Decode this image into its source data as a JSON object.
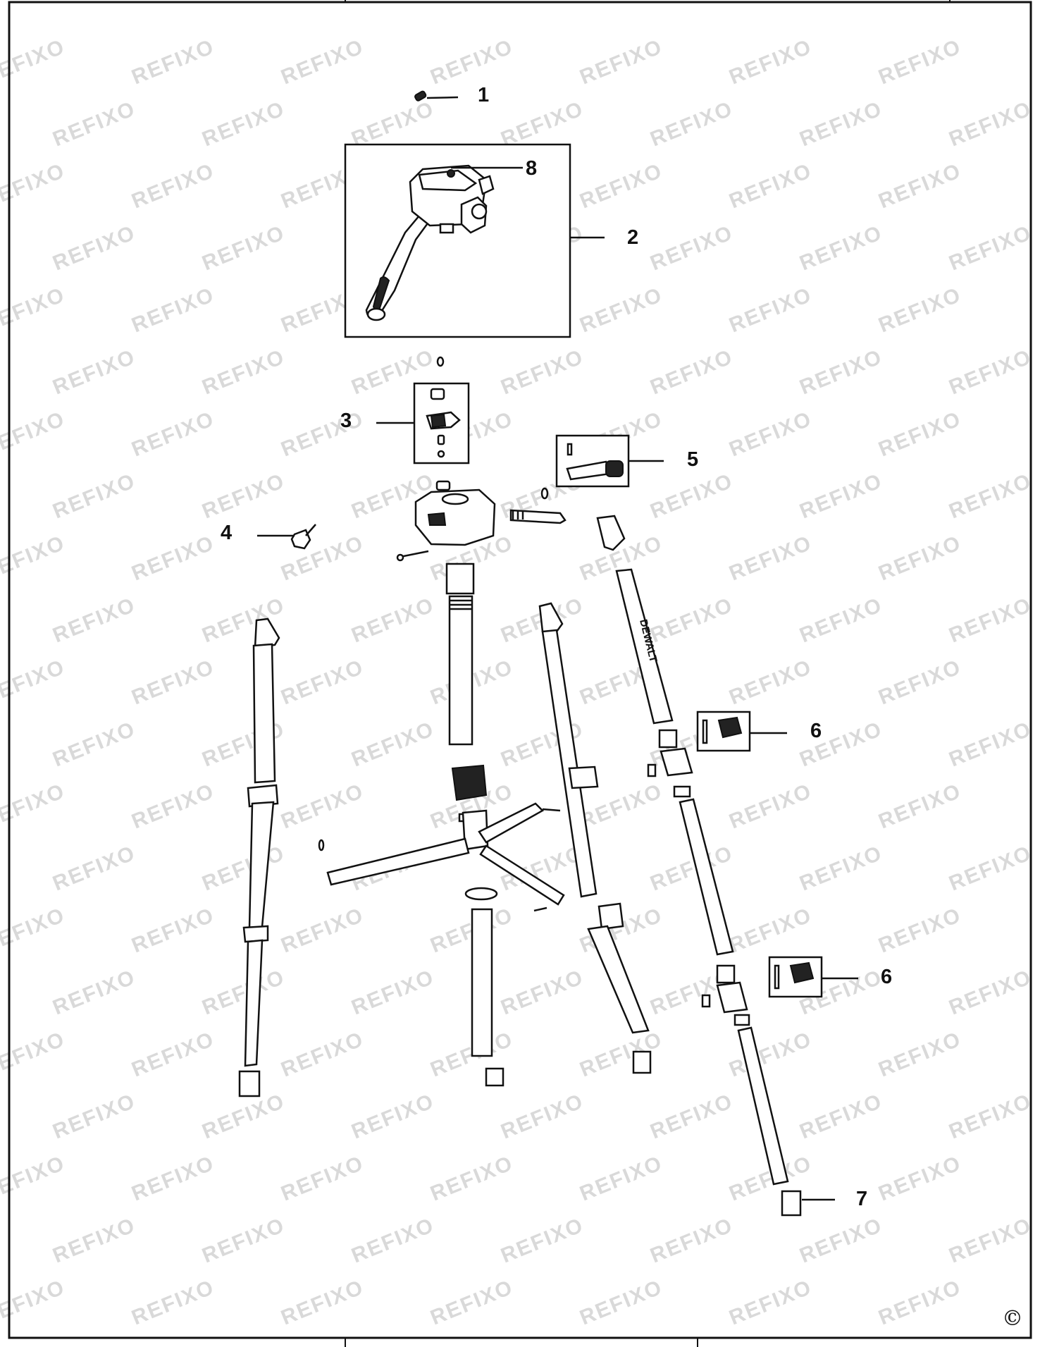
{
  "watermark": {
    "text": "REFIXO"
  },
  "brand_label": "DEWALT",
  "copyright_symbol": "©",
  "callouts": [
    {
      "id": "callout-1",
      "label": "1"
    },
    {
      "id": "callout-2",
      "label": "2"
    },
    {
      "id": "callout-3",
      "label": "3"
    },
    {
      "id": "callout-4",
      "label": "4"
    },
    {
      "id": "callout-5",
      "label": "5"
    },
    {
      "id": "callout-6a",
      "label": "6"
    },
    {
      "id": "callout-6b",
      "label": "6"
    },
    {
      "id": "callout-7",
      "label": "7"
    },
    {
      "id": "callout-8",
      "label": "8"
    }
  ]
}
